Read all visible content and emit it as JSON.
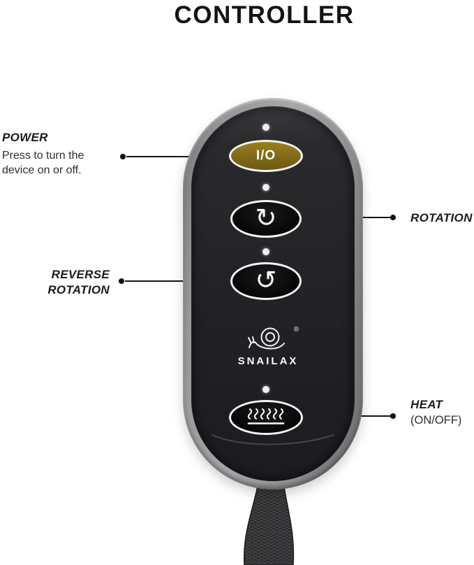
{
  "title": "CONTROLLER",
  "device": {
    "brand": "SNAILAX",
    "registered_mark": "®",
    "power_button_label": "I/O",
    "icons": {
      "rotate_clockwise": "↻",
      "rotate_counterclockwise": "↺",
      "heat": "heat-waves",
      "logo": "snail",
      "led": "led-dot"
    },
    "colors": {
      "body_gray": "#8f8f91",
      "face_black": "#222226",
      "power_gold": "#9a7f1f",
      "button_black": "#060607",
      "led_white": "#f1f1f1"
    }
  },
  "callouts": {
    "power": {
      "title": "POWER",
      "description": "Press to turn the device on or off."
    },
    "rotation": {
      "title": "ROTATION"
    },
    "reverse_rotation": {
      "title": "REVERSE ROTATION"
    },
    "heat": {
      "title": "HEAT",
      "subtitle": "(ON/OFF)"
    }
  }
}
